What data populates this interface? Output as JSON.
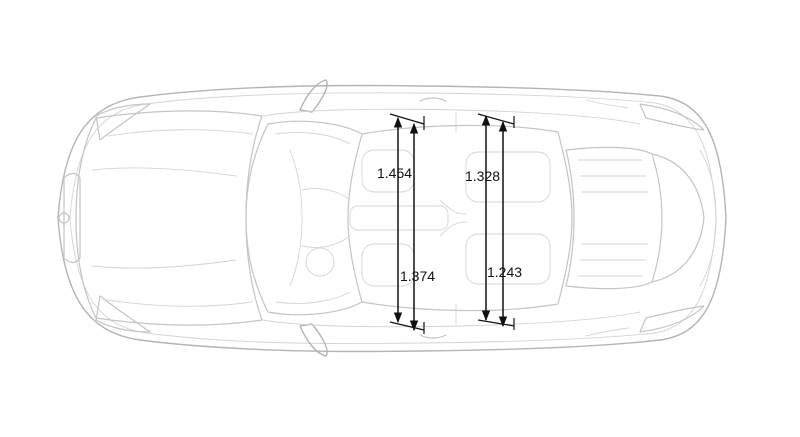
{
  "measurements": [
    {
      "id": "front-headroom",
      "label": "1.454"
    },
    {
      "id": "front-shoulder",
      "label": "1.374"
    },
    {
      "id": "rear-headroom",
      "label": "1.328"
    },
    {
      "id": "rear-shoulder",
      "label": "1.243"
    }
  ],
  "colors": {
    "background": "#ffffff",
    "outline": "#c4c4c4",
    "dimension": "#111111"
  }
}
